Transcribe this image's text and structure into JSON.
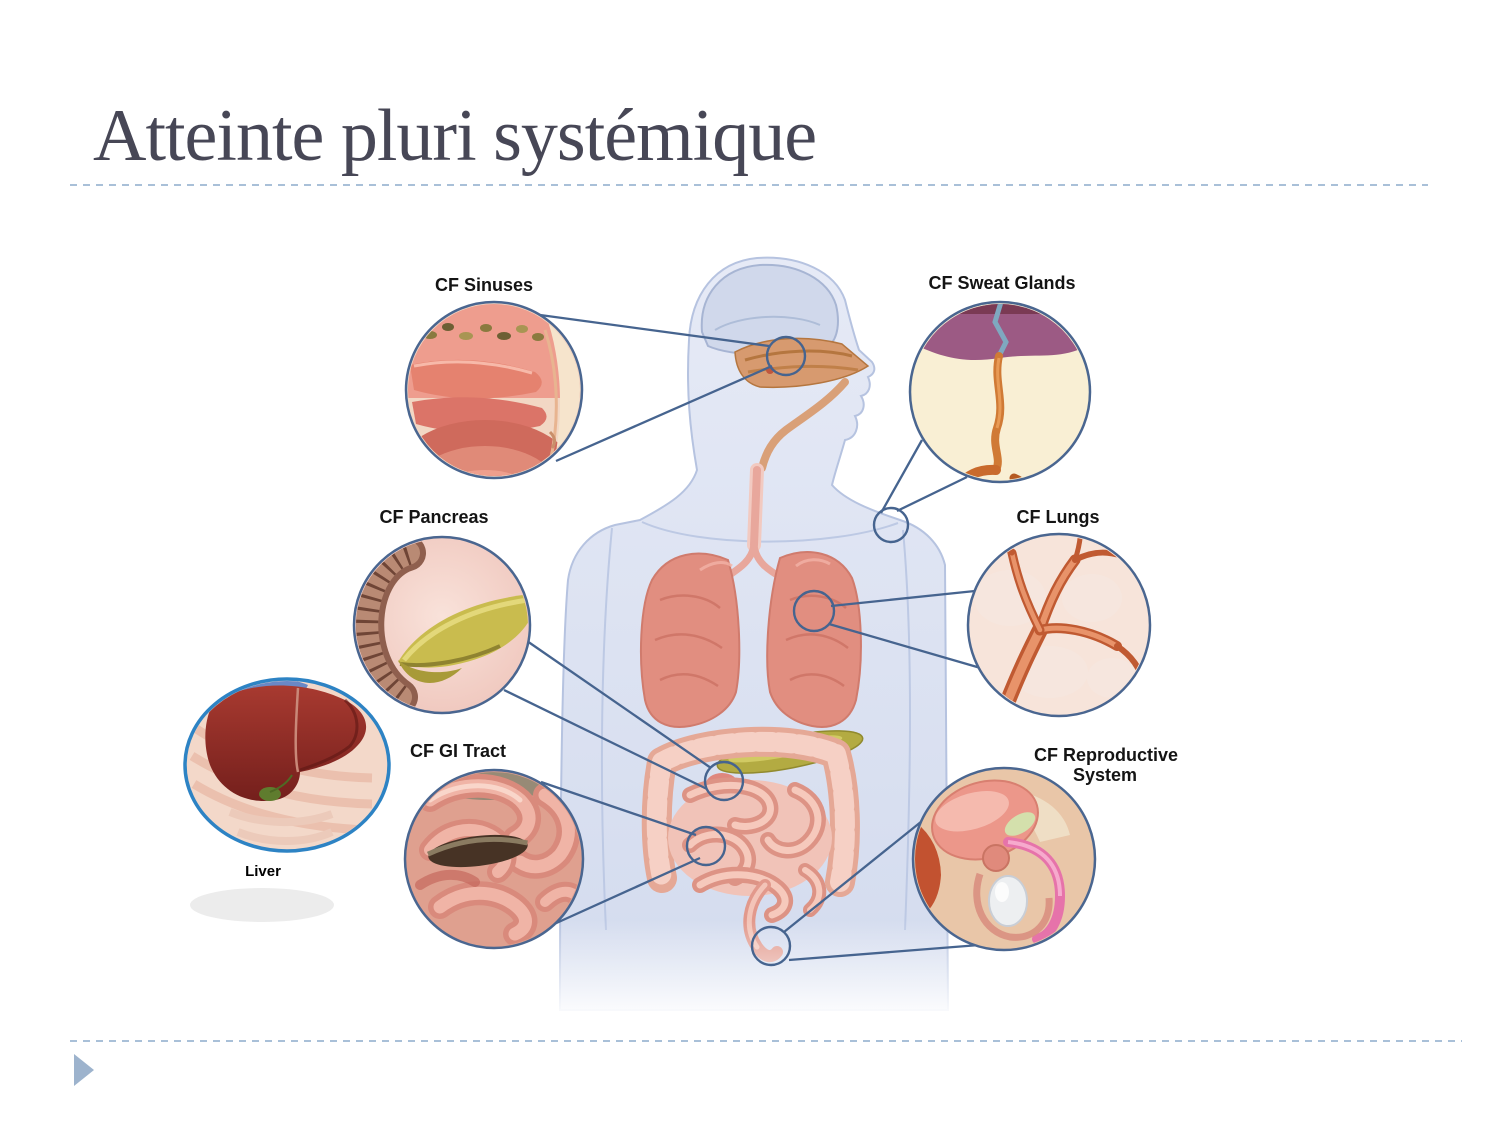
{
  "slide": {
    "title": "Atteinte pluri systémique",
    "colors": {
      "background": "#ffffff",
      "title_text": "#474756",
      "divider_dash": "#a9c0d8",
      "bullet_triangle": "#9db3cd",
      "callout_ring": "#4a6690",
      "liver_ring": "#2d83c4",
      "connector_line": "#46648f",
      "label_text": "#141414"
    }
  },
  "diagram": {
    "callouts": [
      {
        "id": "sinuses",
        "label": "CF Sinuses"
      },
      {
        "id": "sweat-glands",
        "label": "CF Sweat Glands"
      },
      {
        "id": "pancreas",
        "label": "CF Pancreas"
      },
      {
        "id": "lungs",
        "label": "CF Lungs"
      },
      {
        "id": "gi-tract",
        "label": "CF GI Tract"
      },
      {
        "id": "reproductive-system",
        "label": "CF Reproductive",
        "label_line2": "System"
      },
      {
        "id": "liver",
        "label": "Liver"
      }
    ]
  }
}
